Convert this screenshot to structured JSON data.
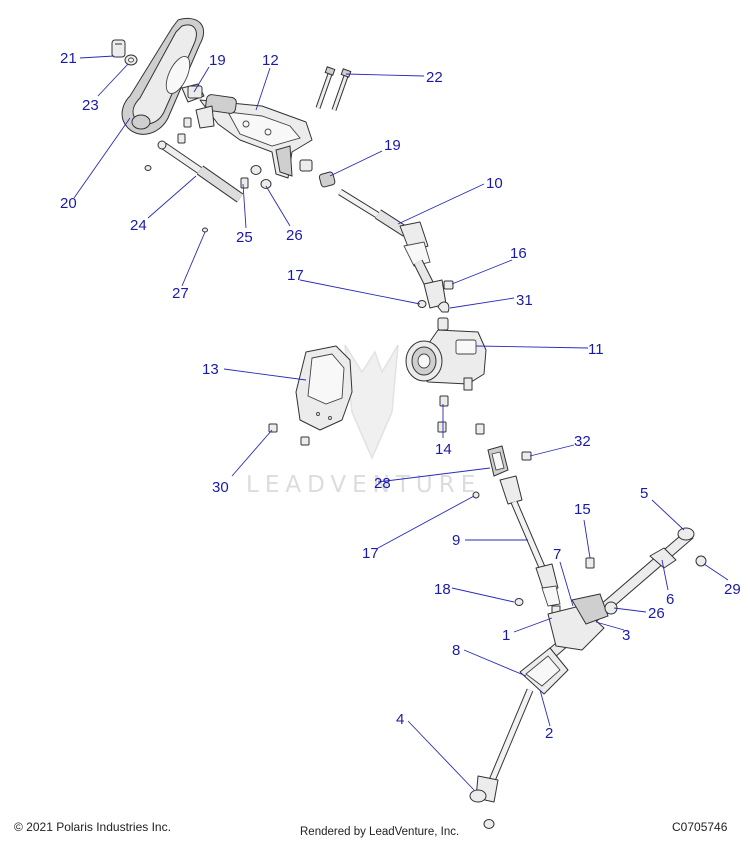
{
  "watermark_text": "LEADVENTURE",
  "footer": {
    "copyright": "© 2021 Polaris Industries Inc.",
    "rendered_by": "Rendered by LeadVenture, Inc.",
    "diagram_code": "C0705746"
  },
  "colors": {
    "callout": "#1a1aa8",
    "leader": "#2a2ab8"
  },
  "callouts": [
    {
      "id": "c21a",
      "label": "21"
    },
    {
      "id": "c23",
      "label": "23"
    },
    {
      "id": "c19a",
      "label": "19"
    },
    {
      "id": "c12",
      "label": "12"
    },
    {
      "id": "c22",
      "label": "22"
    },
    {
      "id": "c20",
      "label": "20"
    },
    {
      "id": "c19b",
      "label": "19"
    },
    {
      "id": "c10",
      "label": "10"
    },
    {
      "id": "c24",
      "label": "24"
    },
    {
      "id": "c25",
      "label": "25"
    },
    {
      "id": "c26a",
      "label": "26"
    },
    {
      "id": "c27",
      "label": "27"
    },
    {
      "id": "c16",
      "label": "16"
    },
    {
      "id": "c17a",
      "label": "17"
    },
    {
      "id": "c31",
      "label": "31"
    },
    {
      "id": "c13",
      "label": "13"
    },
    {
      "id": "c11",
      "label": "11"
    },
    {
      "id": "c14",
      "label": "14"
    },
    {
      "id": "c32",
      "label": "32"
    },
    {
      "id": "c30",
      "label": "30"
    },
    {
      "id": "c28",
      "label": "28"
    },
    {
      "id": "c5",
      "label": "5"
    },
    {
      "id": "c15",
      "label": "15"
    },
    {
      "id": "c17b",
      "label": "17"
    },
    {
      "id": "c9",
      "label": "9"
    },
    {
      "id": "c7",
      "label": "7"
    },
    {
      "id": "c29",
      "label": "29"
    },
    {
      "id": "c6",
      "label": "6"
    },
    {
      "id": "c18",
      "label": "18"
    },
    {
      "id": "c26b",
      "label": "26"
    },
    {
      "id": "c1",
      "label": "1"
    },
    {
      "id": "c3",
      "label": "3"
    },
    {
      "id": "c8",
      "label": "8"
    },
    {
      "id": "c2",
      "label": "2"
    },
    {
      "id": "c4",
      "label": "4"
    }
  ]
}
